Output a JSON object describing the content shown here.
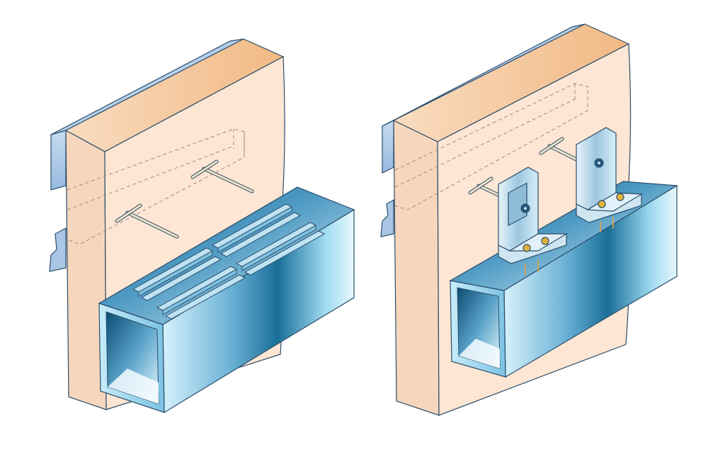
{
  "figure": {
    "panels": [
      {
        "id": "left",
        "components": [
          "concrete-wall",
          "precast-beam",
          "cast-in-channel",
          "cast-in-channel",
          "cast-in-channel",
          "cast-in-channel",
          "t-anchor",
          "t-anchor",
          "steel-box-beam"
        ]
      },
      {
        "id": "right",
        "components": [
          "concrete-wall",
          "precast-beam",
          "t-anchor",
          "t-anchor",
          "angle-bracket",
          "angle-bracket",
          "steel-box-beam"
        ]
      }
    ],
    "colors": {
      "concrete": "#fbe3cf",
      "concrete_top": "#f3c08e",
      "beam_blue": "#a9c9ea",
      "steel_light": "#e4f6fd",
      "steel_mid": "#6fb1d6",
      "steel_dark": "#0f6f99",
      "bolt_gold": "#e3b33c",
      "outline": "#2b4d6b"
    }
  }
}
